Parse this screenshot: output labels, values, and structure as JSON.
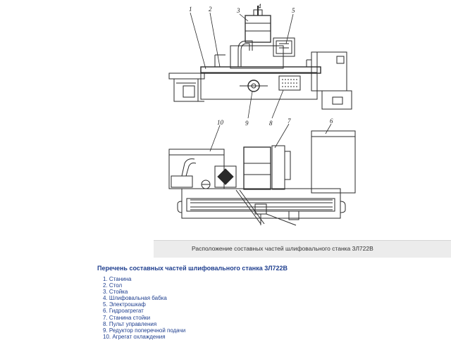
{
  "figure": {
    "callouts": [
      "1",
      "2",
      "3",
      "4",
      "5",
      "9",
      "8",
      "10",
      "7",
      "6"
    ]
  },
  "caption": "Расположение составных частей шлифовального станка 3Л722В",
  "list": {
    "title": "Перечень составных частей шлифовального станка 3Л722В",
    "items": [
      "1. Станина",
      "2. Стол",
      "3. Стойка",
      "4. Шлифовальная бабка",
      "5. Электрошкаф",
      "6. Гидроагрегат",
      "7. Станина стойки",
      "8. Пульт управления",
      "9. Редуктор поперечной подачи",
      "10. Агрегат охлаждения"
    ]
  }
}
